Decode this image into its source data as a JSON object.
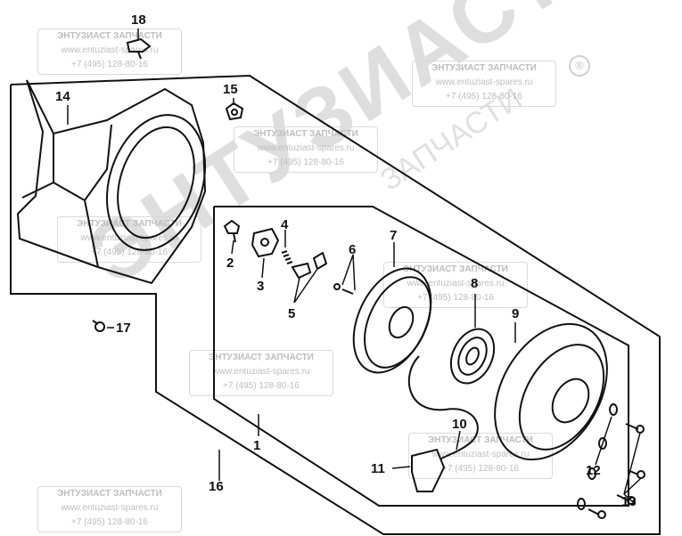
{
  "watermark": {
    "company": "ЭНТУЗИАСТ ЗАПЧАСТИ",
    "url": "www.entuziast-spares.ru",
    "phone": "+7 (495) 128-80-16",
    "big_text": "ЭНТУЗИАСТ!",
    "diagonal_text": "ЗАПЧАСТИ",
    "registered_mark": "®"
  },
  "callouts": {
    "c1": "1",
    "c2": "2",
    "c3": "3",
    "c4": "4",
    "c5": "5",
    "c6": "6",
    "c7": "7",
    "c8": "8",
    "c9": "9",
    "c10": "10",
    "c11": "11",
    "c12": "12",
    "c13": "13",
    "c14": "14",
    "c15": "15",
    "c16": "16",
    "c17": "17",
    "c18": "18"
  }
}
